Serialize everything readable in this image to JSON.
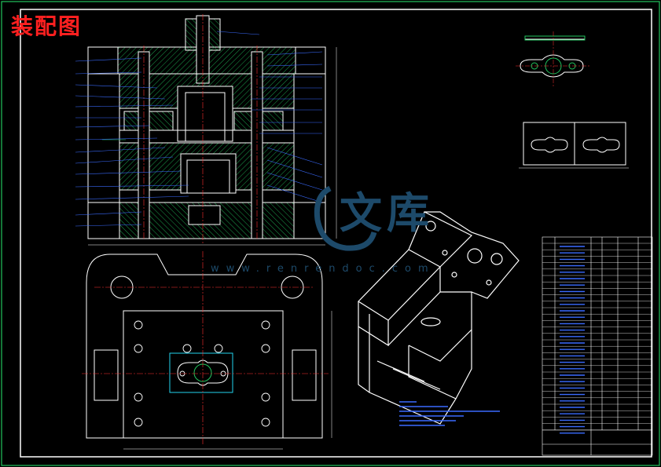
{
  "title": "装配图",
  "watermark": {
    "url_text": "www.renrendoc.com",
    "brand_chars": "文库"
  },
  "colors": {
    "background": "#000000",
    "frame": "#22c55e",
    "outline": "#ffffff",
    "section_hatch": "#22c55e",
    "centerline": "#ff3030",
    "leader": "#3a6bff",
    "title_red": "#ff2020"
  }
}
